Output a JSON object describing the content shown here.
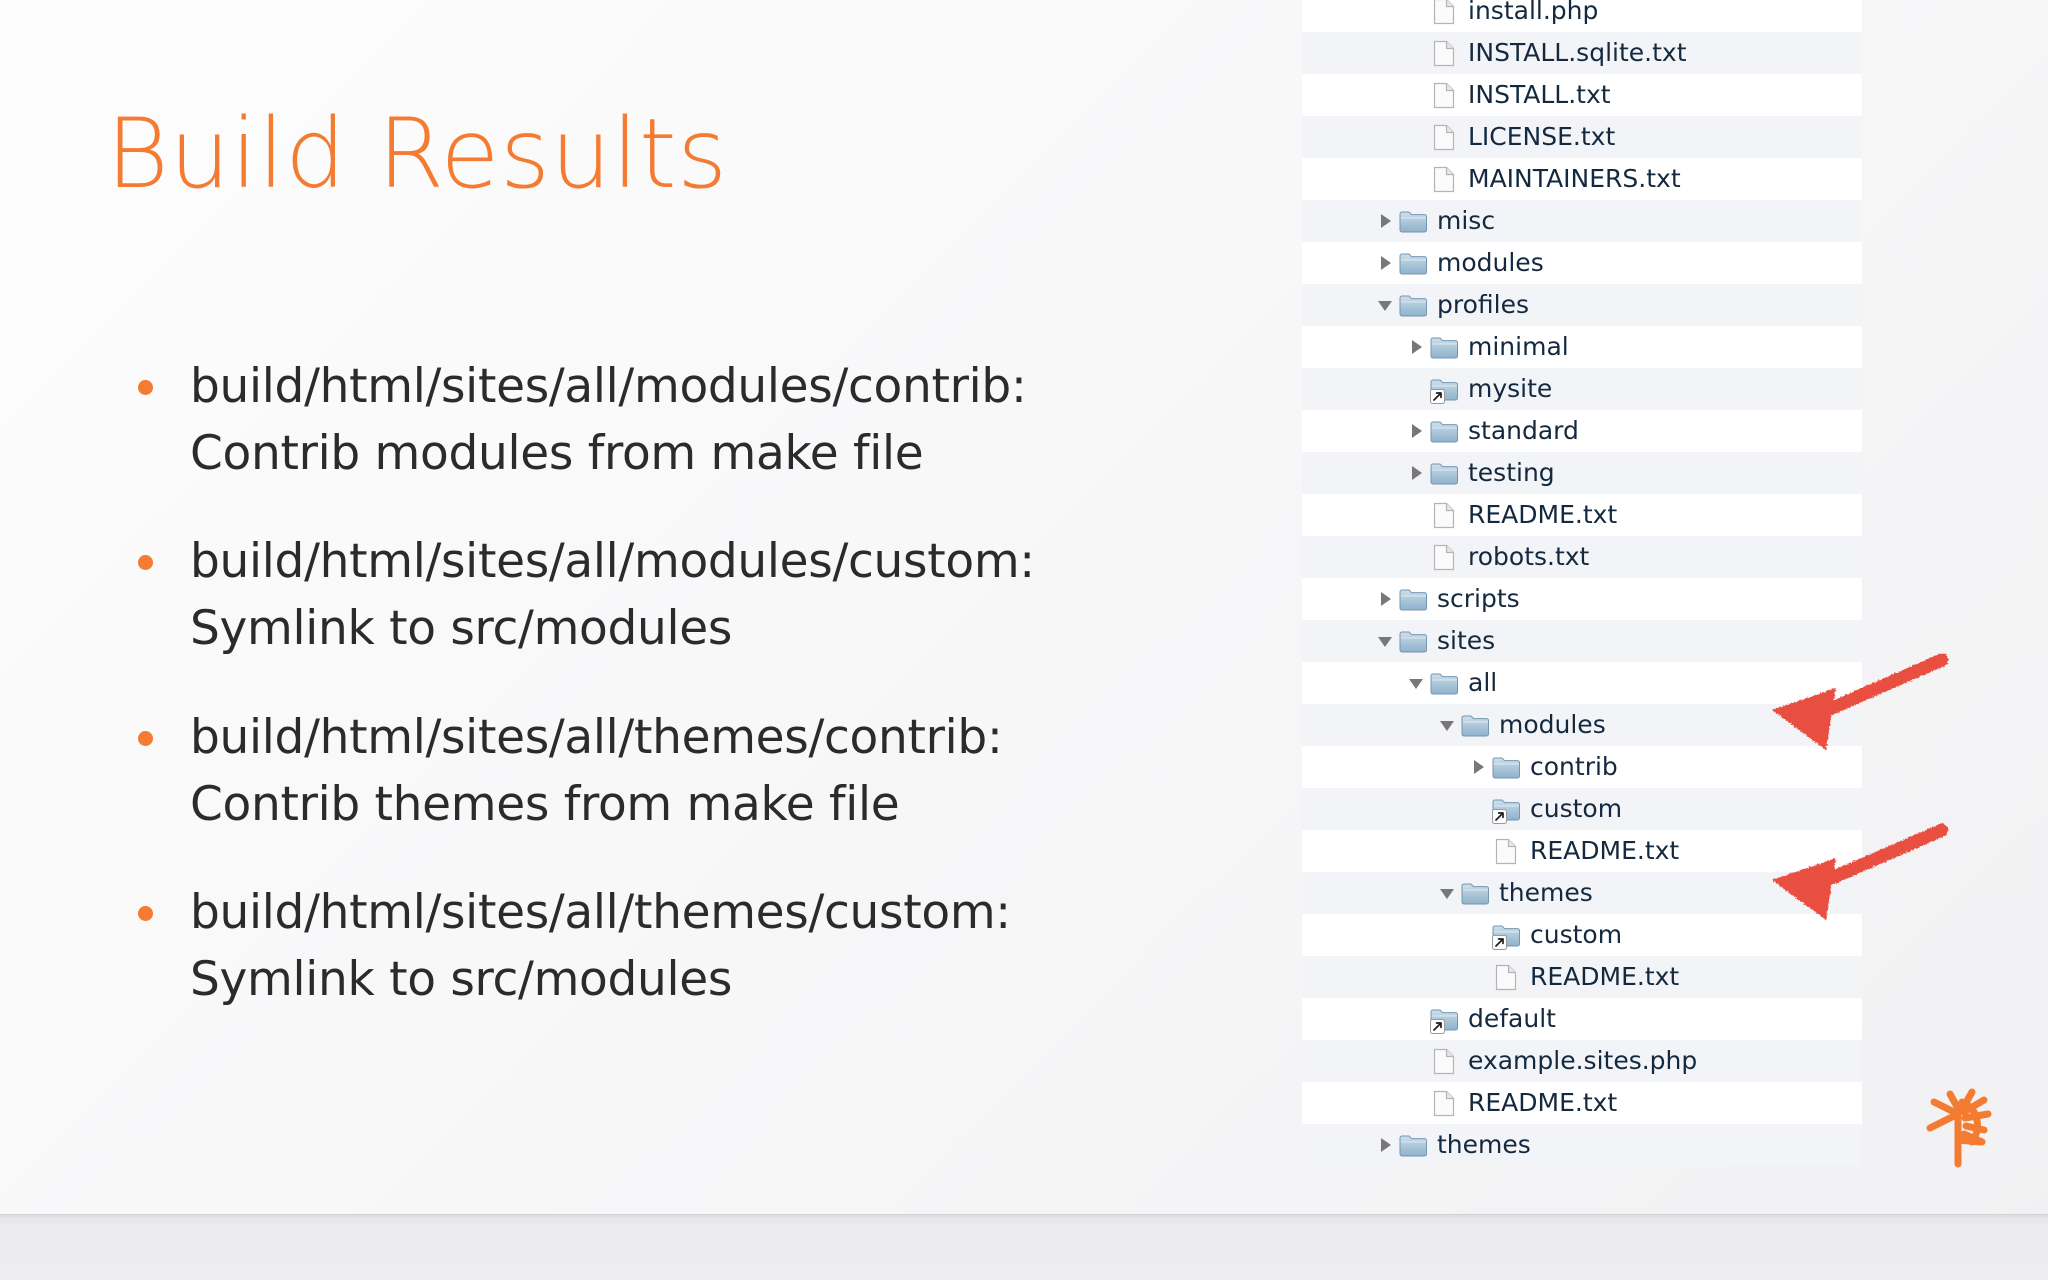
{
  "slide": {
    "title": "Build Results",
    "title_color": "#F47B32",
    "background_color": "#f6f6f7",
    "bullet_color": "#F47B32",
    "body_text_color": "#2b2b2b"
  },
  "bullets": [
    {
      "path": "build/html/sites/all/modules/contrib:",
      "description": "Contrib modules from make file"
    },
    {
      "path": "build/html/sites/all/modules/custom:",
      "description": "Symlink to src/modules"
    },
    {
      "path": "build/html/sites/all/themes/contrib:",
      "description": "Contrib themes from make file"
    },
    {
      "path": "build/html/sites/all/themes/custom:",
      "description": "Symlink to src/modules"
    }
  ],
  "file_tree": {
    "label_color": "#14293f",
    "row_alt_color": "#f2f4f7",
    "rows": [
      {
        "label": "install.php",
        "indent": 3,
        "type": "file",
        "twisty": "none",
        "symlink": false
      },
      {
        "label": "INSTALL.sqlite.txt",
        "indent": 3,
        "type": "file",
        "twisty": "none",
        "symlink": false
      },
      {
        "label": "INSTALL.txt",
        "indent": 3,
        "type": "file",
        "twisty": "none",
        "symlink": false
      },
      {
        "label": "LICENSE.txt",
        "indent": 3,
        "type": "file",
        "twisty": "none",
        "symlink": false
      },
      {
        "label": "MAINTAINERS.txt",
        "indent": 3,
        "type": "file",
        "twisty": "none",
        "symlink": false
      },
      {
        "label": "misc",
        "indent": 2,
        "type": "folder",
        "twisty": "collapsed",
        "symlink": false
      },
      {
        "label": "modules",
        "indent": 2,
        "type": "folder",
        "twisty": "collapsed",
        "symlink": false
      },
      {
        "label": "profiles",
        "indent": 2,
        "type": "folder",
        "twisty": "expanded",
        "symlink": false
      },
      {
        "label": "minimal",
        "indent": 3,
        "type": "folder",
        "twisty": "collapsed",
        "symlink": false
      },
      {
        "label": "mysite",
        "indent": 3,
        "type": "folder",
        "twisty": "none",
        "symlink": true
      },
      {
        "label": "standard",
        "indent": 3,
        "type": "folder",
        "twisty": "collapsed",
        "symlink": false
      },
      {
        "label": "testing",
        "indent": 3,
        "type": "folder",
        "twisty": "collapsed",
        "symlink": false
      },
      {
        "label": "README.txt",
        "indent": 3,
        "type": "file",
        "twisty": "none",
        "symlink": false
      },
      {
        "label": "robots.txt",
        "indent": 3,
        "type": "file",
        "twisty": "none",
        "symlink": false
      },
      {
        "label": "scripts",
        "indent": 2,
        "type": "folder",
        "twisty": "collapsed",
        "symlink": false
      },
      {
        "label": "sites",
        "indent": 2,
        "type": "folder",
        "twisty": "expanded",
        "symlink": false
      },
      {
        "label": "all",
        "indent": 3,
        "type": "folder",
        "twisty": "expanded",
        "symlink": false
      },
      {
        "label": "modules",
        "indent": 4,
        "type": "folder",
        "twisty": "expanded",
        "symlink": false
      },
      {
        "label": "contrib",
        "indent": 5,
        "type": "folder",
        "twisty": "collapsed",
        "symlink": false
      },
      {
        "label": "custom",
        "indent": 5,
        "type": "folder",
        "twisty": "none",
        "symlink": true
      },
      {
        "label": "README.txt",
        "indent": 5,
        "type": "file",
        "twisty": "none",
        "symlink": false
      },
      {
        "label": "themes",
        "indent": 4,
        "type": "folder",
        "twisty": "expanded",
        "symlink": false
      },
      {
        "label": "custom",
        "indent": 5,
        "type": "folder",
        "twisty": "none",
        "symlink": true
      },
      {
        "label": "README.txt",
        "indent": 5,
        "type": "file",
        "twisty": "none",
        "symlink": false
      },
      {
        "label": "default",
        "indent": 3,
        "type": "folder",
        "twisty": "none",
        "symlink": true
      },
      {
        "label": "example.sites.php",
        "indent": 3,
        "type": "file",
        "twisty": "none",
        "symlink": false
      },
      {
        "label": "README.txt",
        "indent": 3,
        "type": "file",
        "twisty": "none",
        "symlink": false
      },
      {
        "label": "themes",
        "indent": 2,
        "type": "folder",
        "twisty": "collapsed",
        "symlink": false
      }
    ]
  },
  "annotations": {
    "arrow_color": "#e8503f",
    "arrows": [
      {
        "name": "arrow-pointing-to-modules",
        "target": "modules"
      },
      {
        "name": "arrow-pointing-to-themes",
        "target": "themes"
      }
    ]
  },
  "logo": {
    "name": "company-logo",
    "color": "#F47B32"
  }
}
